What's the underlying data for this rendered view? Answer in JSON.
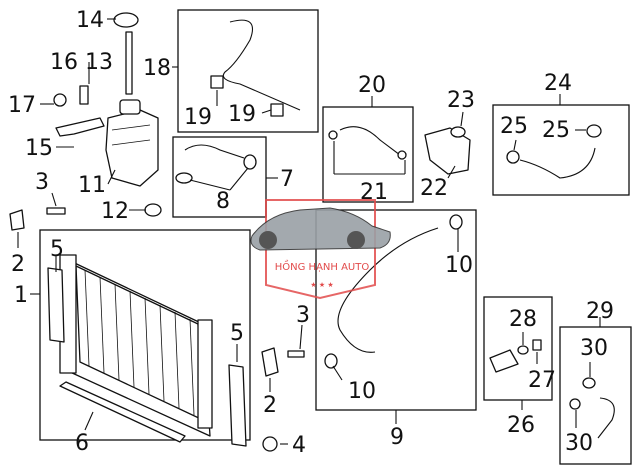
{
  "callouts": [
    {
      "id": "c14",
      "text": "14"
    },
    {
      "id": "c16",
      "text": "16"
    },
    {
      "id": "c13",
      "text": "13"
    },
    {
      "id": "c18",
      "text": "18"
    },
    {
      "id": "c17",
      "text": "17"
    },
    {
      "id": "c15",
      "text": "15"
    },
    {
      "id": "c3a",
      "text": "3"
    },
    {
      "id": "c11",
      "text": "11"
    },
    {
      "id": "c12",
      "text": "12"
    },
    {
      "id": "c2a",
      "text": "2"
    },
    {
      "id": "c1",
      "text": "1"
    },
    {
      "id": "c5a",
      "text": "5"
    },
    {
      "id": "c5b",
      "text": "5"
    },
    {
      "id": "c6",
      "text": "6"
    },
    {
      "id": "c4",
      "text": "4"
    },
    {
      "id": "c2b",
      "text": "2"
    },
    {
      "id": "c3b",
      "text": "3"
    },
    {
      "id": "c10a",
      "text": "10"
    },
    {
      "id": "c10b",
      "text": "10"
    },
    {
      "id": "c9",
      "text": "9"
    },
    {
      "id": "c19a",
      "text": "19"
    },
    {
      "id": "c19b",
      "text": "19"
    },
    {
      "id": "c7",
      "text": "7"
    },
    {
      "id": "c8",
      "text": "8"
    },
    {
      "id": "c20",
      "text": "20"
    },
    {
      "id": "c21",
      "text": "21"
    },
    {
      "id": "c22",
      "text": "22"
    },
    {
      "id": "c23",
      "text": "23"
    },
    {
      "id": "c24",
      "text": "24"
    },
    {
      "id": "c25a",
      "text": "25"
    },
    {
      "id": "c25b",
      "text": "25"
    },
    {
      "id": "c26",
      "text": "26"
    },
    {
      "id": "c27",
      "text": "27"
    },
    {
      "id": "c28",
      "text": "28"
    },
    {
      "id": "c29",
      "text": "29"
    },
    {
      "id": "c30a",
      "text": "30"
    },
    {
      "id": "c30b",
      "text": "30"
    }
  ],
  "watermark": {
    "text": "HỒNG HẠNH AUTO",
    "stars": "★ ★ ★",
    "color": "#e24b4b"
  }
}
